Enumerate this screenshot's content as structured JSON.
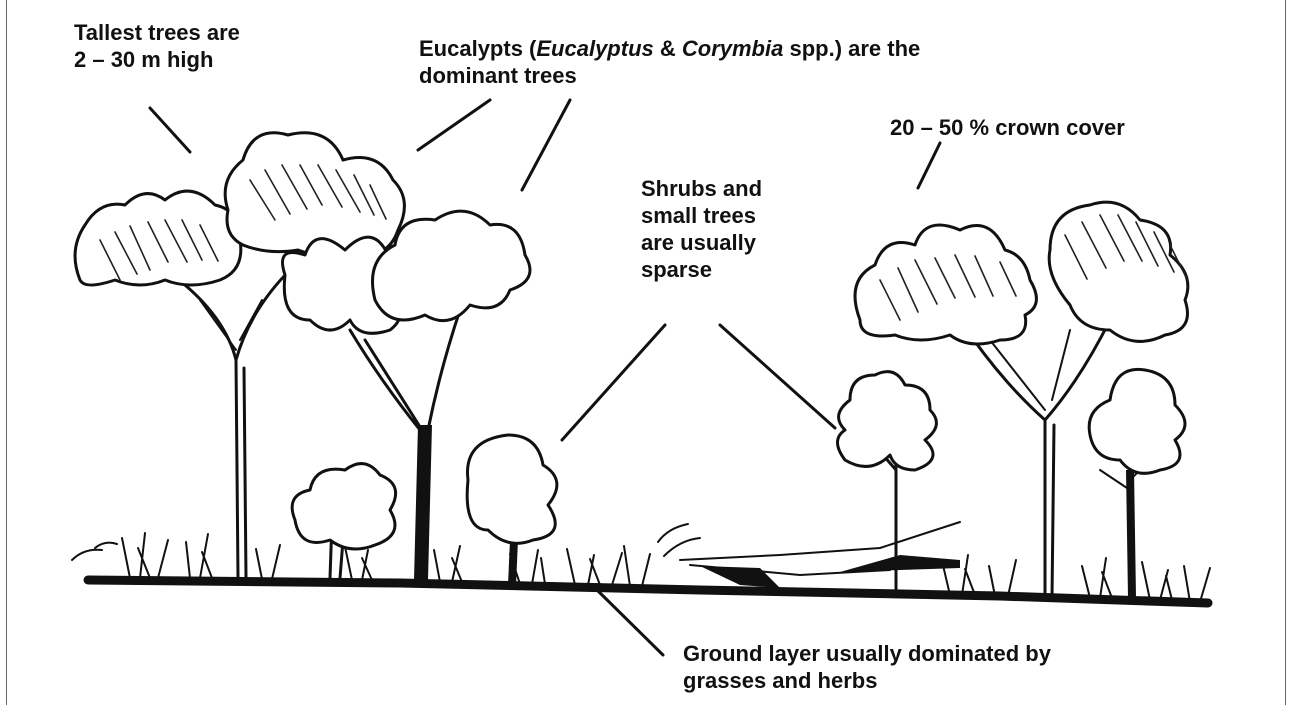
{
  "labels": {
    "tallest": [
      "Tallest trees are",
      "2 – 30 m high"
    ],
    "eucalypts": {
      "line1_pre": "Eucalypts (",
      "genus1": "Eucalyptus",
      "amp": " & ",
      "genus2": "Corymbia",
      "line1_post": " spp.) are the",
      "line2": "dominant trees"
    },
    "crown_cover": "20 – 50 % crown cover",
    "shrubs": [
      "Shrubs and",
      "small trees",
      "are usually",
      "sparse"
    ],
    "ground": [
      "Ground layer usually dominated by",
      "grasses and herbs"
    ]
  },
  "colors": {
    "ink": "#111111",
    "background": "#ffffff",
    "frame": "#666666"
  }
}
